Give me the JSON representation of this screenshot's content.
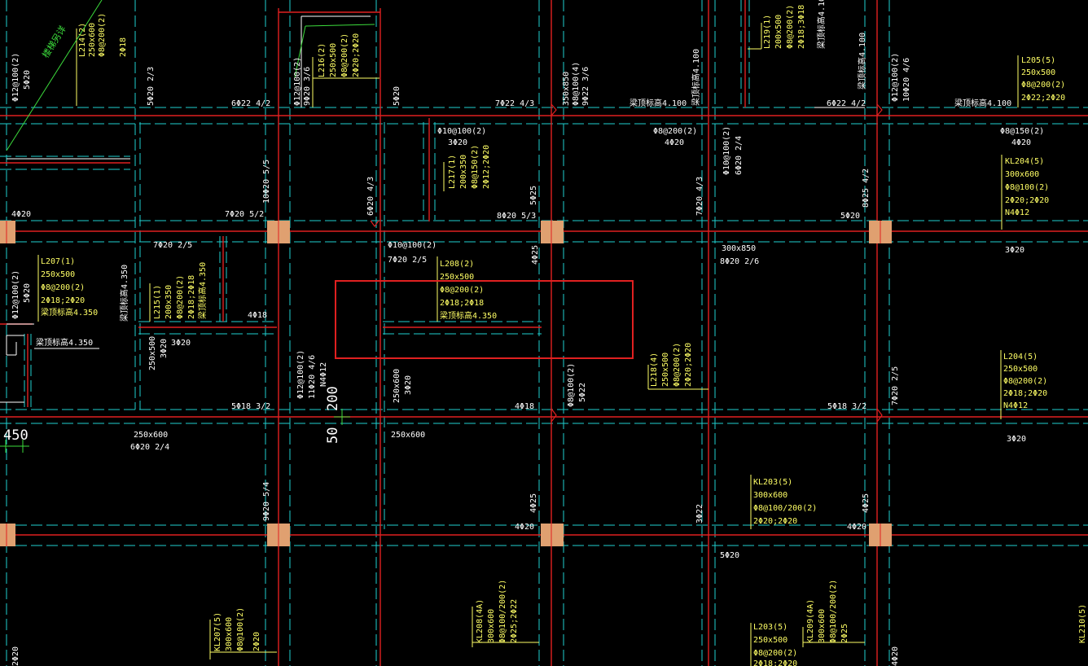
{
  "colors": {
    "background": "#000000",
    "beam_line": "#e02020",
    "axis_line": "#20d0d0",
    "column": "#e0a070",
    "text": "#ffffff",
    "beam_label": "#ffff66",
    "highlight": "#e02020",
    "marker": "#3cdc3c"
  },
  "labels": {
    "l214_name": "L214(2)",
    "l214_size": "250x600",
    "l214_stirrup": "Φ8@200(2)",
    "l214_top": "2Φ18",
    "l216_name": "L216(2)",
    "l216_size": "250x500",
    "l216_stirrup": "Φ8@200(2)",
    "l216_top": "2Φ20;2Φ20",
    "l219_name": "L219(1)",
    "l219_size": "200x500",
    "l219_stirrup": "Φ8@200(2)",
    "l219_top": "2Φ18;3Φ18",
    "l205_name": "L205(5)",
    "l205_size": "250x500",
    "l205_stirrup": "Φ8@200(2)",
    "l205_top": "2Φ22;2Φ20",
    "l217_name": "L217(1)",
    "l217_size": "200x350",
    "l217_stirrup": "Φ8@150(2)",
    "l217_top": "2Φ12;2Φ20",
    "kl204_name": "KL204(5)",
    "kl204_size": "300x600",
    "kl204_stirrup": "Φ8@100(2)",
    "kl204_top": "2Φ20;2Φ20",
    "kl204_side": "N4Φ12",
    "l207_name": "L207(1)",
    "l207_size": "250x500",
    "l207_stirrup": "Φ8@200(2)",
    "l207_top": "2Φ18;2Φ20",
    "l207_elev": "梁顶标高4.350",
    "l215_name": "L215(1)",
    "l215_size": "200x350",
    "l215_stirrup": "Φ8@200(2)",
    "l215_top": "2Φ18;2Φ18",
    "l215_elev": "梁顶标高4.350",
    "l208_name": "L208(2)",
    "l208_size": "250x500",
    "l208_stirrup": "Φ8@200(2)",
    "l208_top": "2Φ18;2Φ18",
    "l208_elev": "梁顶标高4.350",
    "l218_name": "L218(4)",
    "l218_size": "250x500",
    "l218_stirrup": "Φ8@200(2)",
    "l218_top": "2Φ20;2Φ20",
    "l204_name": "L204(5)",
    "l204_size": "250x500",
    "l204_stirrup": "Φ8@200(2)",
    "l204_top": "2Φ18;2Φ20",
    "l204_side": "N4Φ12",
    "kl203_name": "KL203(5)",
    "kl203_size": "300x600",
    "kl203_stirrup": "Φ8@100/200(2)",
    "kl203_top": "2Φ20;2Φ20",
    "kl207_name": "KL207(5)",
    "kl207_size": "300x600",
    "kl207_stirrup": "Φ8@100(2)",
    "kl207_top": "2Φ20",
    "kl208_name": "KL208(4A)",
    "kl208_size": "300x600",
    "kl208_stirrup": "Φ8@100/200(2)",
    "kl208_top": "2Φ25;2Φ22",
    "l203_name": "L203(5)",
    "l203_size": "250x500",
    "l203_stirrup": "Φ8@200(2)",
    "l203_top": "2Φ18;2Φ20",
    "kl209_name": "KL209(4A)",
    "kl209_size": "300x600",
    "kl209_stirrup": "Φ8@100/200(2)",
    "kl209_top": "2Φ25",
    "kl210_name": "KL210(5)",
    "elev_4100": "梁顶标高4.100",
    "elev_4350": "梁顶标高4.350",
    "slab_note": "楼梯另详",
    "v_12": "Φ12@100(2)",
    "v_12b": "Φ12@100(2)",
    "v_12c": "Φ12@100(2)",
    "v_11": "11Φ20 4/6",
    "v_9": "9Φ20 3/6",
    "v_10c": "10Φ20 4/6",
    "v_350": "350x850",
    "v_350_st": "Φ8@100(4)",
    "v_350_bar": "9Φ22 3/6",
    "r_5_20": "5Φ20",
    "r_6_22": "6Φ22 4/2",
    "r_7_22": "7Φ22 4/3",
    "r_6_22b": "6Φ22 4/2",
    "r_523": "5Φ20 2/3",
    "r_8_150": "Φ8@150(2)",
    "r_4_20": "4Φ20",
    "r_10_100": "Φ10@100(2)",
    "r_3_20": "3Φ20",
    "r_8_200": "Φ8@200(2)",
    "r_4_20b": "4Φ20",
    "r_7_20_52": "7Φ20 5/2",
    "r_8_20_53": "8Φ20 5/3",
    "r_5_20b": "5Φ20",
    "r_10_55": "10Φ20 5/5",
    "r_6_43": "6Φ20 4/3",
    "r_5_25": "5Φ25",
    "r_10_24": "Φ10@100(2)",
    "r_6_24": "6Φ20 2/4",
    "r_7_43": "7Φ20 4/3",
    "r_8_42": "8Φ25 4/2",
    "r_4_20c": "4Φ20",
    "r_4_25": "4Φ25",
    "r_7_25": "7Φ20 2/5",
    "r_10_100b": "Φ10@100(2)",
    "r_7_25b": "7Φ20 2/5",
    "r_300_850": "300x850",
    "r_8_26": "8Φ20 2/6",
    "r_3_20b": "3Φ20",
    "r_4_18": "4Φ18",
    "r_12_100": "Φ12@100(2)",
    "r_5_20c": "5Φ20",
    "r_250_500": "250x500",
    "r_3_20c": "3Φ20",
    "r_3_20d": "3Φ20",
    "r_250_600v": "250x600",
    "r_3_20v": "3Φ20",
    "r_5_18": "5Φ18 3/2",
    "r_4_18b": "4Φ18",
    "r_5_18b": "5Φ18 3/2",
    "r_8_100": "Φ8@100(2)",
    "r_5_22": "5Φ22",
    "r_7_25c": "7Φ20 2/5",
    "r_250_600": "250x600",
    "r_6_20_24": "6Φ20 2/4",
    "r_250_600b": "250x600",
    "r_3_20e": "3Φ20",
    "r_9_54": "9Φ20 5/4",
    "r_4_25b": "4Φ25",
    "r_4_20d": "4Φ20",
    "r_3_22": "3Φ22",
    "r_4_20e": "4Φ20",
    "r_4_25c": "4Φ25",
    "r_5_20d": "5Φ20",
    "r_4_20f": "4Φ20",
    "r_2_20": "2Φ20",
    "dim_450": "450",
    "dim_200": "200",
    "dim_50": "50",
    "r_kl_100": "Φ10@100(2)",
    "r_kl_5": "5Φ20"
  }
}
